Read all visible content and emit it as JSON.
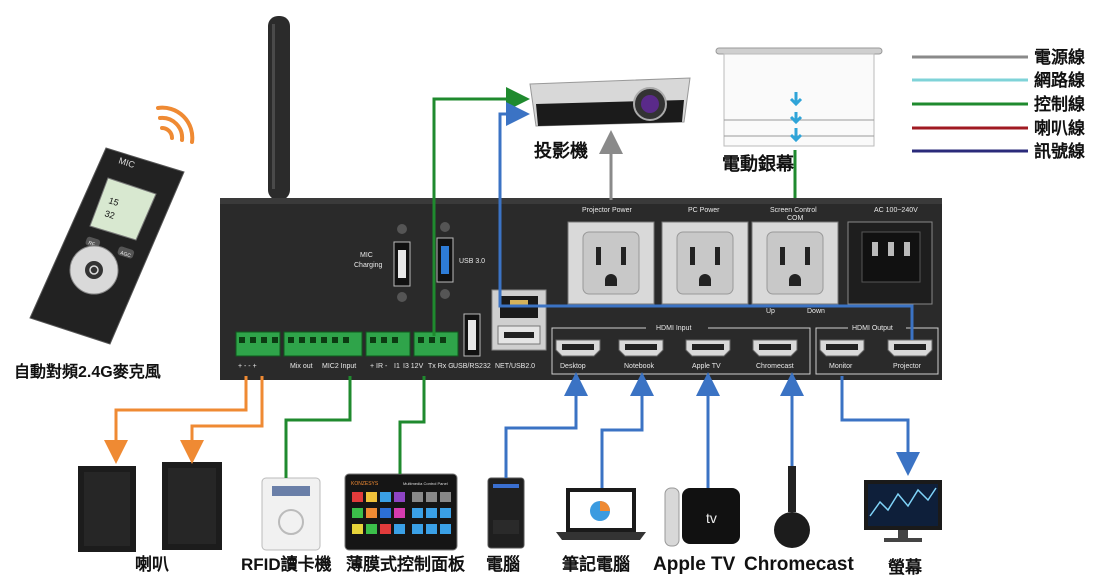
{
  "legend": [
    {
      "label": "電源線",
      "color": "#8a8a8a"
    },
    {
      "label": "網路線",
      "color": "#7fd3d8"
    },
    {
      "label": "控制線",
      "color": "#1f8a2e"
    },
    {
      "label": "喇叭線",
      "color": "#a01a22"
    },
    {
      "label": "訊號線",
      "color": "#2a2a7a"
    }
  ],
  "colors": {
    "power": "#8a8a8a",
    "control": "#1f8a2e",
    "signal": "#3b73c4",
    "speaker": "#ef8a33"
  },
  "devices": {
    "mic": "自動對頻2.4G麥克風",
    "projector": "投影機",
    "screen": "電動銀幕",
    "speaker": "喇叭",
    "rfid": "RFID讀卡機",
    "panel": "薄膜式控制面板",
    "pc": "電腦",
    "notebook": "筆記電腦",
    "appletv": "Apple TV",
    "chromecast": "Chromecast",
    "monitor": "螢幕"
  },
  "remote": {
    "brand": "MIC",
    "line1": "15",
    "line2": "32",
    "btn_left": "RF",
    "btn_right": "AGC"
  },
  "panel_screen": {
    "brand": "KONZESYS",
    "title": "Multimedia Control Panel"
  },
  "apple_tv_badge": "tv",
  "port_labels": {
    "mic_charging": "MIC Charging",
    "usb3": "USB 3.0",
    "projector_power": "Projector Power",
    "pc_power": "PC Power",
    "screen_control": "Screen Control",
    "com": "COM",
    "ac": "AC 100~240V",
    "up": "Up",
    "down": "Down",
    "hdmi_input": "HDMI  Input",
    "hdmi_output": "HDMI  Output",
    "bottom": [
      "+ -  -  +",
      "Mix out",
      "MIC2 Input",
      "+ IR -",
      "I1",
      "I3 12V",
      "Tx Rx G",
      "USB/RS232",
      "NET/USB2.0"
    ],
    "hdmi_in": [
      "Desktop",
      "Notebook",
      "Apple TV",
      "Chromecast"
    ],
    "hdmi_out": [
      "Monitor",
      "Projector"
    ]
  }
}
